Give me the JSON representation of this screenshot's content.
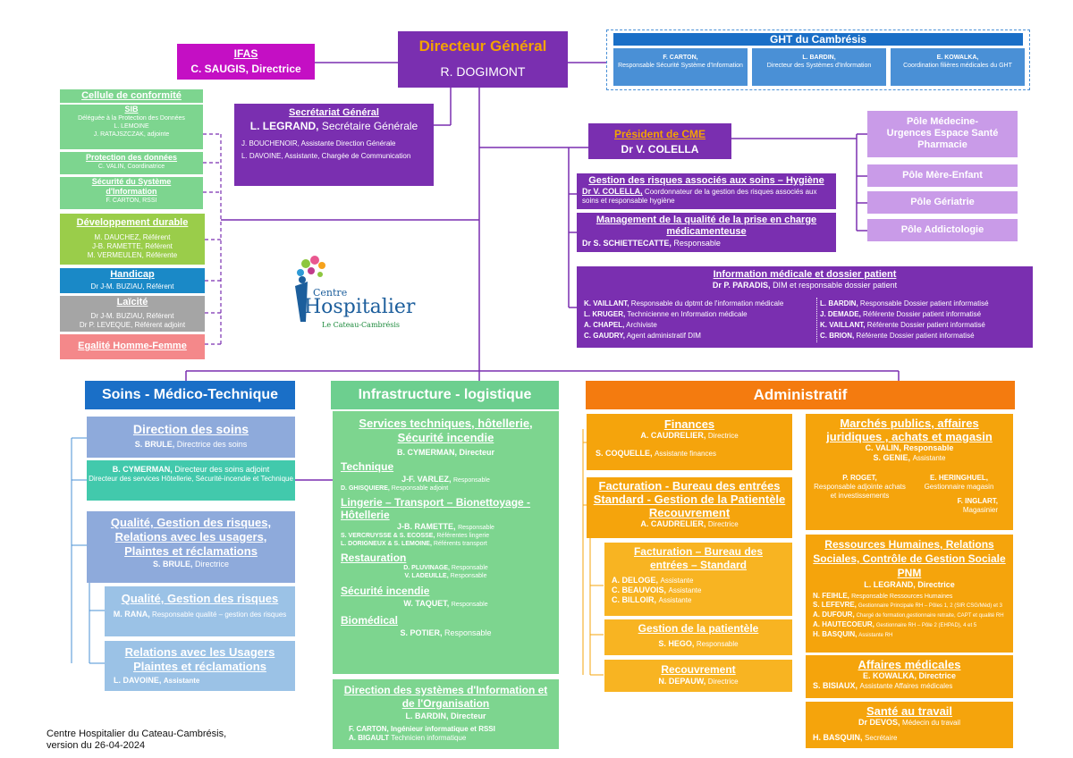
{
  "dg": {
    "title": "Directeur Général",
    "name": "R. DOGIMONT"
  },
  "ifas": {
    "title": "IFAS",
    "name": "C. SAUGIS, Directrice"
  },
  "ght": {
    "title": "GHT du Cambrésis",
    "members": [
      {
        "name": "F. CARTON,",
        "role": "Responsable Sécurité Système d'Information"
      },
      {
        "name": "L. BARDIN,",
        "role": "Directeur des Systèmes d'Information"
      },
      {
        "name": "E. KOWALKA,",
        "role": "Coordination filières médicales du GHT"
      }
    ]
  },
  "sg": {
    "title": "Secrétariat Général",
    "name": "L. LEGRAND,",
    "role": "Secrétaire Générale",
    "line2": "J. BOUCHENOIR, Assistante Direction Générale",
    "line3": "L. DAVOINE, Assistante, Chargée de Communication"
  },
  "conf": {
    "title": "Cellule de conformité",
    "sib_title": "SIB",
    "sib1": "Déléguée à la Protection des Données",
    "sib2": "L. LEMOINE",
    "sib3": "J. RATAJSZCZAK, adjointe",
    "pd_title": "Protection des données",
    "pd1": "C. VALIN, Coordinatrice",
    "ssi_title": "Sécurité du Système d'Information",
    "ssi1": "F. CARTON, RSSI"
  },
  "dd": {
    "title": "Développement durable",
    "l1": "M. DAUCHEZ, Référent",
    "l2": "J-B. RAMETTE, Référent",
    "l3": "M. VERMEULEN, Référente"
  },
  "hand": {
    "title": "Handicap",
    "l1": "Dr J-M. BUZIAU, Référent"
  },
  "laic": {
    "title": "Laïcité",
    "l1": "Dr J-M. BUZIAU, Référent",
    "l2": "Dr P. LEVEQUE, Référent adjoint"
  },
  "egal": {
    "title": "Egalité Homme-Femme"
  },
  "cme": {
    "title": "Président de CME",
    "name": "Dr V. COLELLA"
  },
  "poles": [
    "Pôle Médecine-Urgences Espace Santé Pharmacie",
    "Pôle Mère-Enfant",
    "Pôle Gériatrie",
    "Pôle Addictologie"
  ],
  "grh": {
    "title": "Gestion des risques associés aux soins – Hygiène",
    "name": "Dr V. COLELLA,",
    "role": "Coordonnateur de la gestion des risques associés aux soins et responsable hygiène"
  },
  "mq": {
    "title": "Management de la qualité de la prise en charge médicamenteuse",
    "name": "Dr S. SCHIETTECATTE,",
    "role": "Responsable"
  },
  "dim": {
    "title": "Information médicale et dossier patient",
    "head": "Dr P. PARADIS,",
    "head_role": "DIM et responsable dossier patient",
    "left": [
      [
        "K. VAILLANT,",
        "Responsable du dptmt de l'information médicale"
      ],
      [
        "L. KRUGER,",
        "Technicienne en Information médicale"
      ],
      [
        "A. CHAPEL,",
        "Archiviste"
      ],
      [
        "C. GAUDRY,",
        "Agent administratif DIM"
      ]
    ],
    "right": [
      [
        "L. BARDIN,",
        "Responsable Dossier patient informatisé"
      ],
      [
        "J. DEMADE,",
        "Référente Dossier patient informatisé"
      ],
      [
        "K. VAILLANT,",
        "Référente Dossier patient informatisé"
      ],
      [
        "C. BRION,",
        "Référente Dossier patient informatisé"
      ]
    ]
  },
  "logo": {
    "l1": "Centre",
    "l2": "Hospitalier",
    "l3": "Le Cateau-Cambrésis"
  },
  "soins": {
    "header": "Soins - Médico-Technique",
    "ds_title": "Direction des soins",
    "ds_name": "S. BRULE,",
    "ds_role": "Directrice des soins",
    "adj_name": "B. CYMERMAN,",
    "adj_role": "Directeur des soins adjoint",
    "adj_l2": "Directeur des services Hôtellerie, Sécurité-incendie et Technique",
    "q_title": "Qualité, Gestion des risques, Relations avec les usagers, Plaintes et réclamations",
    "q_name": "S. BRULE,",
    "q_role": "Directrice",
    "q2_title": "Qualité, Gestion des risques",
    "q2_name": "M. RANA,",
    "q2_role": "Responsable qualité – gestion des risques",
    "r_title": "Relations avec les Usagers Plaintes et réclamations",
    "r_name": "L. DAVOINE,",
    "r_role": "Assistante"
  },
  "infra": {
    "header": "Infrastructure - logistique",
    "st_title": "Services techniques, hôtellerie, Sécurité incendie",
    "st_name": "B. CYMERMAN, Directeur",
    "tech_title": "Technique",
    "tech1": "J-F. VARLEZ,",
    "tech1r": "Responsable",
    "tech2": "D. GHISQUIERE,",
    "tech2r": "Responsable adjoint",
    "ling_title": "Lingerie – Transport – Bionettoyage - Hôtellerie",
    "ling1": "J-B. RAMETTE,",
    "ling1r": "Responsable",
    "ling2": "S. VERCRUYSSE & S. ECOSSE,",
    "ling2r": "Référentes lingerie",
    "ling3": "L. DORIGNEUX & S. LEMOINE,",
    "ling3r": "Référents transport",
    "rest_title": "Restauration",
    "rest1": "D. PLUVINAGE,",
    "rest1r": "Responsable",
    "rest2": "V. LADEUILLE,",
    "rest2r": "Responsable",
    "si_title": "Sécurité incendie",
    "si1": "W. TAQUET,",
    "si1r": "Responsable",
    "bio_title": "Biomédical",
    "bio1": "S. POTIER,",
    "bio1r": "Responsable",
    "dsi_title": "Direction des systèmes d'Information et de l'Organisation",
    "dsi1": "L. BARDIN, Directeur",
    "dsi2": "F. CARTON, Ingénieur informatique et RSSI",
    "dsi3": "A. BIGAULT",
    "dsi3r": "Technicien informatique"
  },
  "admin": {
    "header": "Administratif",
    "fin_title": "Finances",
    "fin1": "A. CAUDRELIER,",
    "fin1r": "Directrice",
    "fin2": "S. COQUELLE,",
    "fin2r": "Assistante finances",
    "fac_title": "Facturation - Bureau des entrées Standard - Gestion de la Patientèle Recouvrement",
    "fac1": "A. CAUDRELIER,",
    "fac1r": "Directrice",
    "fb_title": "Facturation – Bureau des entrées – Standard",
    "fb1": "A. DELOGE,",
    "fb1r": "Assistante",
    "fb2": "C. BEAUVOIS,",
    "fb2r": "Assistante",
    "fb3": "C. BILLOIR,",
    "fb3r": "Assistante",
    "gp_title": "Gestion de la patientèle",
    "gp1": "S. HEGO,",
    "gp1r": "Responsable",
    "rec_title": "Recouvrement",
    "rec1": "N. DEPAUW,",
    "rec1r": "Directrice",
    "mp_title": "Marchés publics, affaires juridiques , achats et magasin",
    "mp1": "C. VALIN, Responsable",
    "mp2": "S. GENIE,",
    "mp2r": "Assistante",
    "mp3": "P. ROGET,",
    "mp3r": "Responsable adjointe achats et investissements",
    "mp4": "E. HERINGHUEL,",
    "mp4r": "Gestionnaire magasin",
    "mp5": "F. INGLART,",
    "mp5r": "Magasinier",
    "rh_title": "Ressources Humaines, Relations Sociales, Contrôle de Gestion Sociale PNM",
    "rh1": "L. LEGRAND, Directrice",
    "rh2": "N. FEIHLE,",
    "rh2r": "Responsable Ressources Humaines",
    "rh3": "S. LEFEVRE,",
    "rh3r": "Gestionnaire Principale RH – Pôles 1, 2 (SIR CSG/Méd) et 3",
    "rh4": "A. DUFOUR,",
    "rh4r": "Chargé de formation,gestionnaire retraite, CAPT et qualité RH",
    "rh5": "A. HAUTECOEUR,",
    "rh5r": "Gestionnaire RH – Pôle 2 (EHPAD), 4 et 5",
    "rh6": "H. BASQUIN,",
    "rh6r": "Assistante RH",
    "am_title": "Affaires médicales",
    "am1": "E. KOWALKA, Directrice",
    "am2": "S. BISIAUX,",
    "am2r": "Assistante Affaires médicales",
    "st_title": "Santé au travail",
    "st1": "Dr DEVOS,",
    "st1r": "Médecin du travail",
    "st2": "H. BASQUIN,",
    "st2r": "Secrétaire"
  },
  "footer": {
    "l1": "Centre Hospitalier du Cateau-Cambrésis,",
    "l2": "version du 26-04-2024"
  }
}
